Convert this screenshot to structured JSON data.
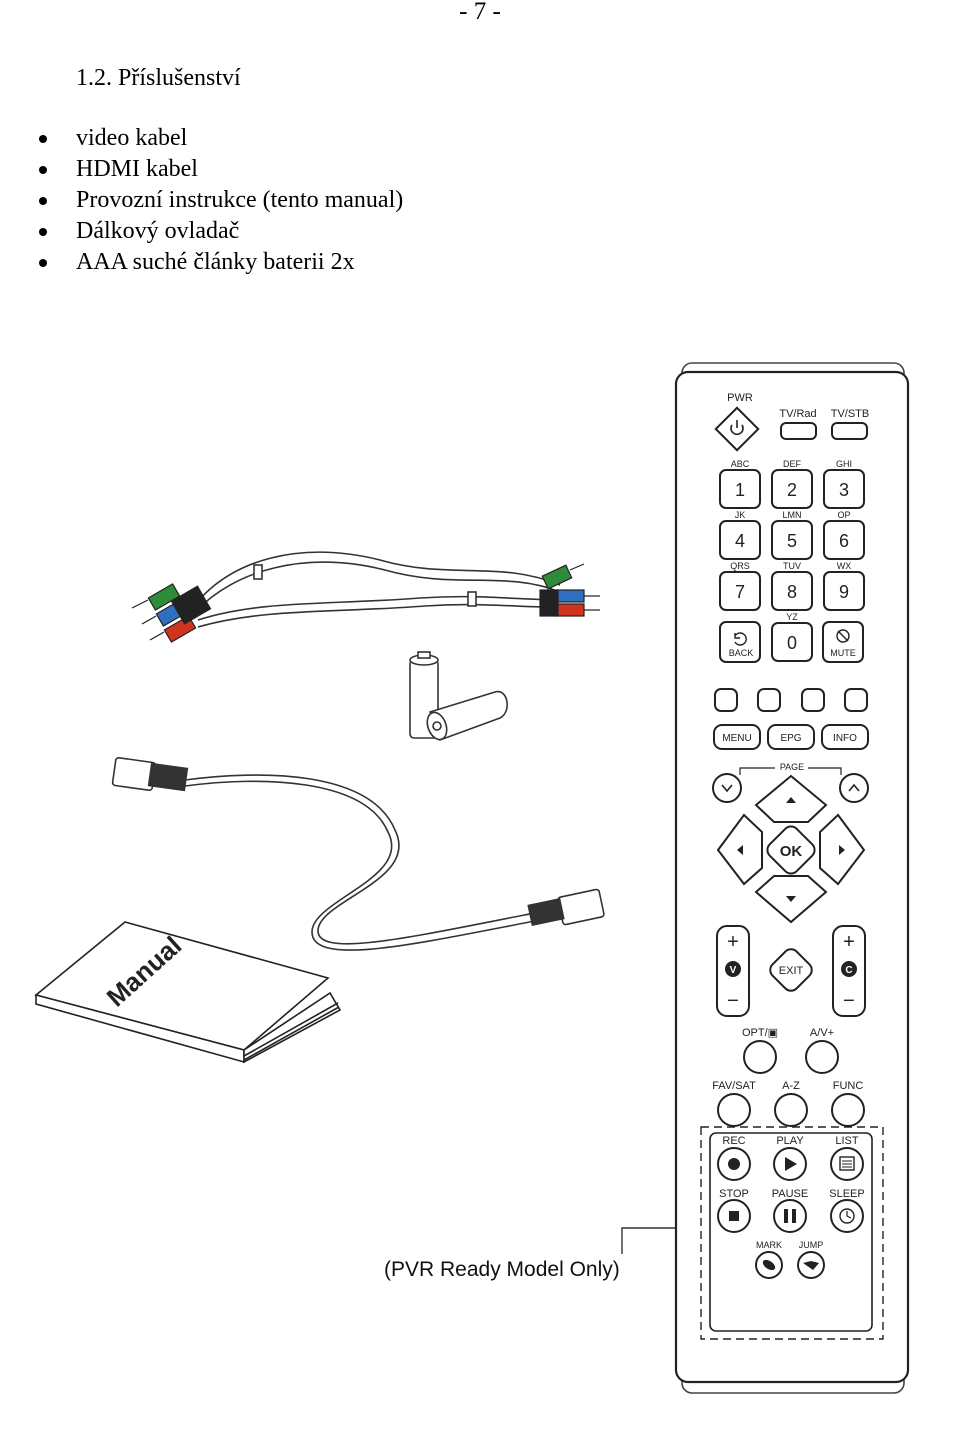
{
  "page": {
    "number": "- 7 -"
  },
  "section": {
    "title": "1.2. Příslušenství"
  },
  "accessories": [
    "video kabel",
    "HDMI kabel",
    "Provozní instrukce (tento manual)",
    "Dálkový ovladač",
    "AAA suché články baterii 2x"
  ],
  "illustration": {
    "manual_label": "Manual",
    "pvr_note": "(PVR Ready Model Only)",
    "remote": {
      "pwr": "PWR",
      "tv_rad": "TV/Rad",
      "tv_stb": "TV/STB",
      "keypad": [
        {
          "digit": "1",
          "letters": "ABC"
        },
        {
          "digit": "2",
          "letters": "DEF"
        },
        {
          "digit": "3",
          "letters": "GHI"
        },
        {
          "digit": "4",
          "letters": "JK"
        },
        {
          "digit": "5",
          "letters": "LMN"
        },
        {
          "digit": "6",
          "letters": "OP"
        },
        {
          "digit": "7",
          "letters": "QRS"
        },
        {
          "digit": "8",
          "letters": "TUV"
        },
        {
          "digit": "9",
          "letters": "WX"
        },
        {
          "digit": "0",
          "letters": "YZ"
        }
      ],
      "back": "BACK",
      "mute": "MUTE",
      "menu": "MENU",
      "epg": "EPG",
      "info": "INFO",
      "page": "PAGE",
      "ok": "OK",
      "exit": "EXIT",
      "vol_letter": "V",
      "ch_letter": "C",
      "plus": "+",
      "minus": "−",
      "opt": "OPT/▣",
      "av": "A/V+",
      "fav_sat": "FAV/SAT",
      "a_z": "A-Z",
      "func": "FUNC",
      "rec": "REC",
      "play": "PLAY",
      "list": "LIST",
      "stop": "STOP",
      "pause": "PAUSE",
      "sleep": "SLEEP",
      "mark": "MARK",
      "jump": "JUMP"
    }
  }
}
